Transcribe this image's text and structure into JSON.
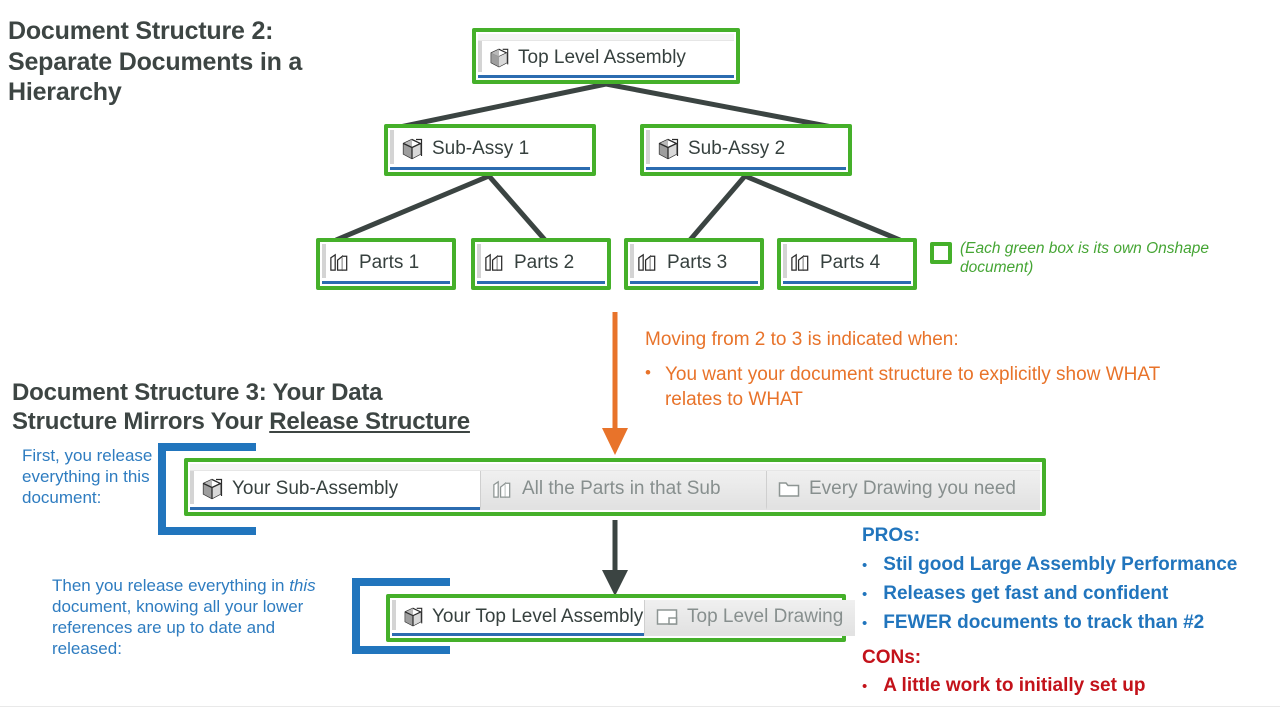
{
  "colors": {
    "green_box": "#45b02a",
    "orange": "#e8732a",
    "blue": "#2175bd",
    "red": "#c3121a",
    "heading_gray": "#3d4543",
    "tab_active_underline": "#2b6cb0"
  },
  "headings": {
    "structure2": "Document Structure 2: Separate Documents in a Hierarchy",
    "structure2_line1": "Document Structure 2:",
    "structure2_line2": "Separate Documents in a",
    "structure2_line3": "Hierarchy",
    "structure3_line1": "Document Structure 3: Your Data",
    "structure3_line2_plain": "Structure Mirrors Your ",
    "structure3_line2_underlined": "Release Structure"
  },
  "tree": {
    "top": {
      "label": "Top Level Assembly",
      "icon": "assembly-icon"
    },
    "subassemblies": [
      {
        "label": "Sub-Assy 1",
        "icon": "assembly-icon"
      },
      {
        "label": "Sub-Assy 2",
        "icon": "assembly-icon"
      }
    ],
    "parts": [
      {
        "label": "Parts 1",
        "icon": "part-studio-icon"
      },
      {
        "label": "Parts 2",
        "icon": "part-studio-icon"
      },
      {
        "label": "Parts 3",
        "icon": "part-studio-icon"
      },
      {
        "label": "Parts 4",
        "icon": "part-studio-icon"
      }
    ]
  },
  "legend": {
    "text": "(Each green box is its own Onshape document)",
    "swatch_icon": "green-box-swatch"
  },
  "transition": {
    "arrow_icon": "orange-down-arrow",
    "title": "Moving from 2 to 3 is indicated when:",
    "bullet": "You want your document structure to explicitly show WHAT relates to WHAT",
    "bullet_marker": "•"
  },
  "notes": {
    "first_release": "First, you release everything in this document:",
    "then_release_pre": "Then you release everything in ",
    "then_release_italic": "this",
    "then_release_post": " document, knowing all your lower references are up to date and released:"
  },
  "sub_doc": {
    "tabs": [
      {
        "label": "Your Sub-Assembly",
        "icon": "assembly-icon",
        "state": "active"
      },
      {
        "label": "All the Parts in that Sub",
        "icon": "part-studio-icon",
        "state": "inactive"
      },
      {
        "label": "Every Drawing you need",
        "icon": "folder-icon",
        "state": "inactive"
      }
    ]
  },
  "top_doc": {
    "tabs": [
      {
        "label": "Your Top Level Assembly",
        "icon": "assembly-icon",
        "state": "active"
      },
      {
        "label": "Top Level Drawing",
        "icon": "drawing-icon",
        "state": "inactive"
      }
    ]
  },
  "middle_arrow_icon": "gray-down-arrow",
  "pros_cons": {
    "pros_heading": "PROs:",
    "pros": [
      "Stil good Large Assembly Performance",
      "Releases get fast and confident",
      "FEWER documents to track than #2"
    ],
    "cons_heading": "CONs:",
    "cons": [
      "A little work to initially set up"
    ],
    "bullet_marker": "•"
  }
}
